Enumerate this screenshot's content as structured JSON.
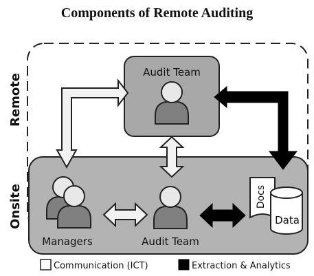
{
  "title": "Components of Remote Auditing",
  "regions": {
    "remote": "Remote",
    "onsite": "Onsite"
  },
  "nodes": {
    "remote_team": "Audit Team",
    "managers": "Managers",
    "onsite_team": "Audit Team",
    "docs": "Docs",
    "data": "Data"
  },
  "legend": {
    "communication": "Communication (ICT)",
    "extraction": "Extraction & Analytics"
  },
  "colors": {
    "region_fill": "#b3b3b3",
    "box_fill": "#a8a8a8",
    "person_fill": "#808080",
    "person_head": "#e8e8e8",
    "comm_arrow_fill": "#f2f2f2",
    "extraction_arrow_fill": "#000000"
  }
}
